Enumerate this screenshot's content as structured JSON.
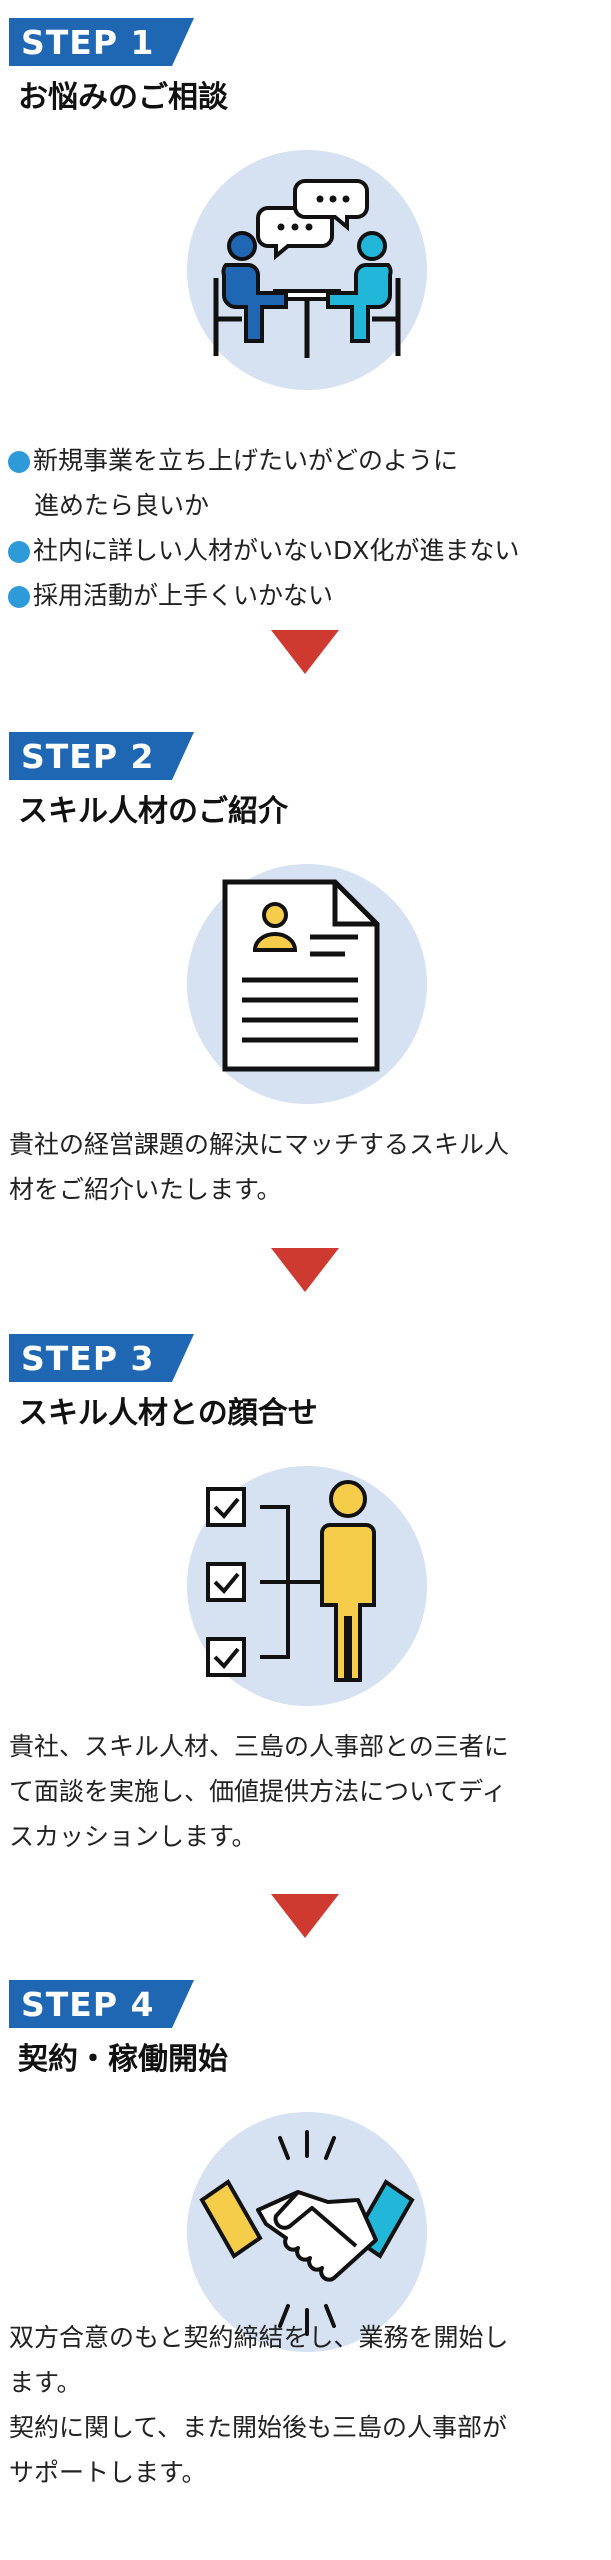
{
  "colors": {
    "badge_blue": "#1f67b3",
    "circle_bg": "#d6e1f1",
    "arrow_red": "#cf3a30",
    "bullet_blue": "#2f9ad9"
  },
  "steps": [
    {
      "badge": "STEP 1",
      "title": "お悩みのご相談",
      "icon": "consultation-people-chat-icon",
      "bullets": [
        {
          "lines": [
            "新規事業を立ち上げたいがどのように",
            "進めたら良いか"
          ]
        },
        {
          "lines": [
            "社内に詳しい人材がいないDX化が進まない"
          ]
        },
        {
          "lines": [
            "採用活動が上手くいかない"
          ]
        }
      ]
    },
    {
      "badge": "STEP 2",
      "title": "スキル人材のご紹介",
      "icon": "resume-document-icon",
      "text": [
        "貴社の経営課題の解決にマッチするスキル人",
        "材をご紹介いたします。"
      ]
    },
    {
      "badge": "STEP 3",
      "title": "スキル人材との顔合せ",
      "icon": "checklist-person-icon",
      "text": [
        "貴社、スキル人材、三島の人事部との三者に",
        "て面談を実施し、価値提供方法についてディ",
        "スカッションします。"
      ]
    },
    {
      "badge": "STEP 4",
      "title": "契約・稼働開始",
      "icon": "handshake-icon",
      "text": [
        "双方合意のもと契約締結をし、業務を開始し",
        "ます。",
        "契約に関して、また開始後も三島の人事部が",
        "サポートします。"
      ]
    }
  ]
}
